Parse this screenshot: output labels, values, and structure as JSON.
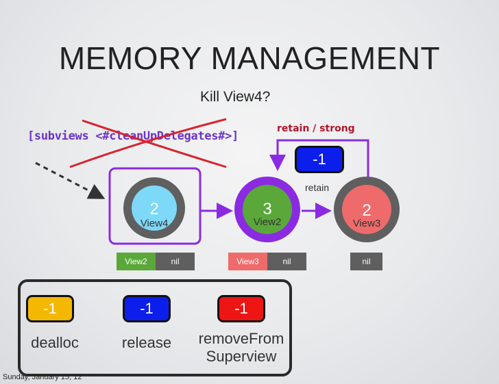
{
  "title": "MEMORY MANAGEMENT",
  "subtitle": "Kill View4?",
  "code_text": "[subviews <#cleanUpDelegates#>]",
  "retain_strong_label": "retain / strong",
  "retain_label": "retain",
  "retain_badge": "-1",
  "colors": {
    "purple": "#8a2be2",
    "view4_fill": "#7ed8f8",
    "view2_fill": "#5aa83a",
    "view3_fill": "#ef6b6b",
    "ring": "#5f5f5f",
    "blue": "#0c1eeb",
    "yellow": "#f5b800",
    "red": "#ee1515"
  },
  "nodes": [
    {
      "name": "View4",
      "count": "2"
    },
    {
      "name": "View2",
      "count": "3"
    },
    {
      "name": "View3",
      "count": "2"
    }
  ],
  "tables": {
    "view4": [
      "View2",
      "nil"
    ],
    "view2": [
      "View3",
      "nil"
    ],
    "view3": [
      "nil"
    ]
  },
  "legend": [
    {
      "badge": "-1",
      "label": "dealloc"
    },
    {
      "badge": "-1",
      "label": "release"
    },
    {
      "badge": "-1",
      "label": "removeFrom\nSuperview"
    }
  ],
  "footer": "Sunday, January 15, 12"
}
